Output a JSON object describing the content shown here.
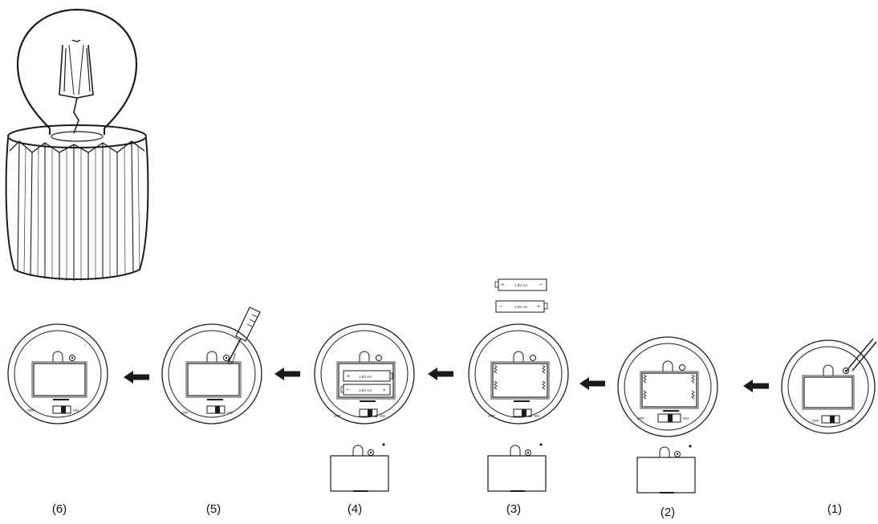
{
  "diagram": {
    "type": "battery-installation-steps",
    "switch": {
      "off_label": "OFF",
      "on_label": "ON"
    },
    "battery_label": "1.5V AA",
    "steps": [
      {
        "label": "(6)"
      },
      {
        "label": "(5)"
      },
      {
        "label": "(4)"
      },
      {
        "label": "(3)"
      },
      {
        "label": "(2)"
      },
      {
        "label": "(1)"
      }
    ],
    "icons": {
      "lamp": "filament-bulb-lamp-icon",
      "screwdriver": "screwdriver-icon",
      "arrow": "arrow-left-icon",
      "battery": "aa-battery-icon"
    },
    "colors": {
      "line": "#1a1a1a",
      "background": "#ffffff"
    }
  }
}
